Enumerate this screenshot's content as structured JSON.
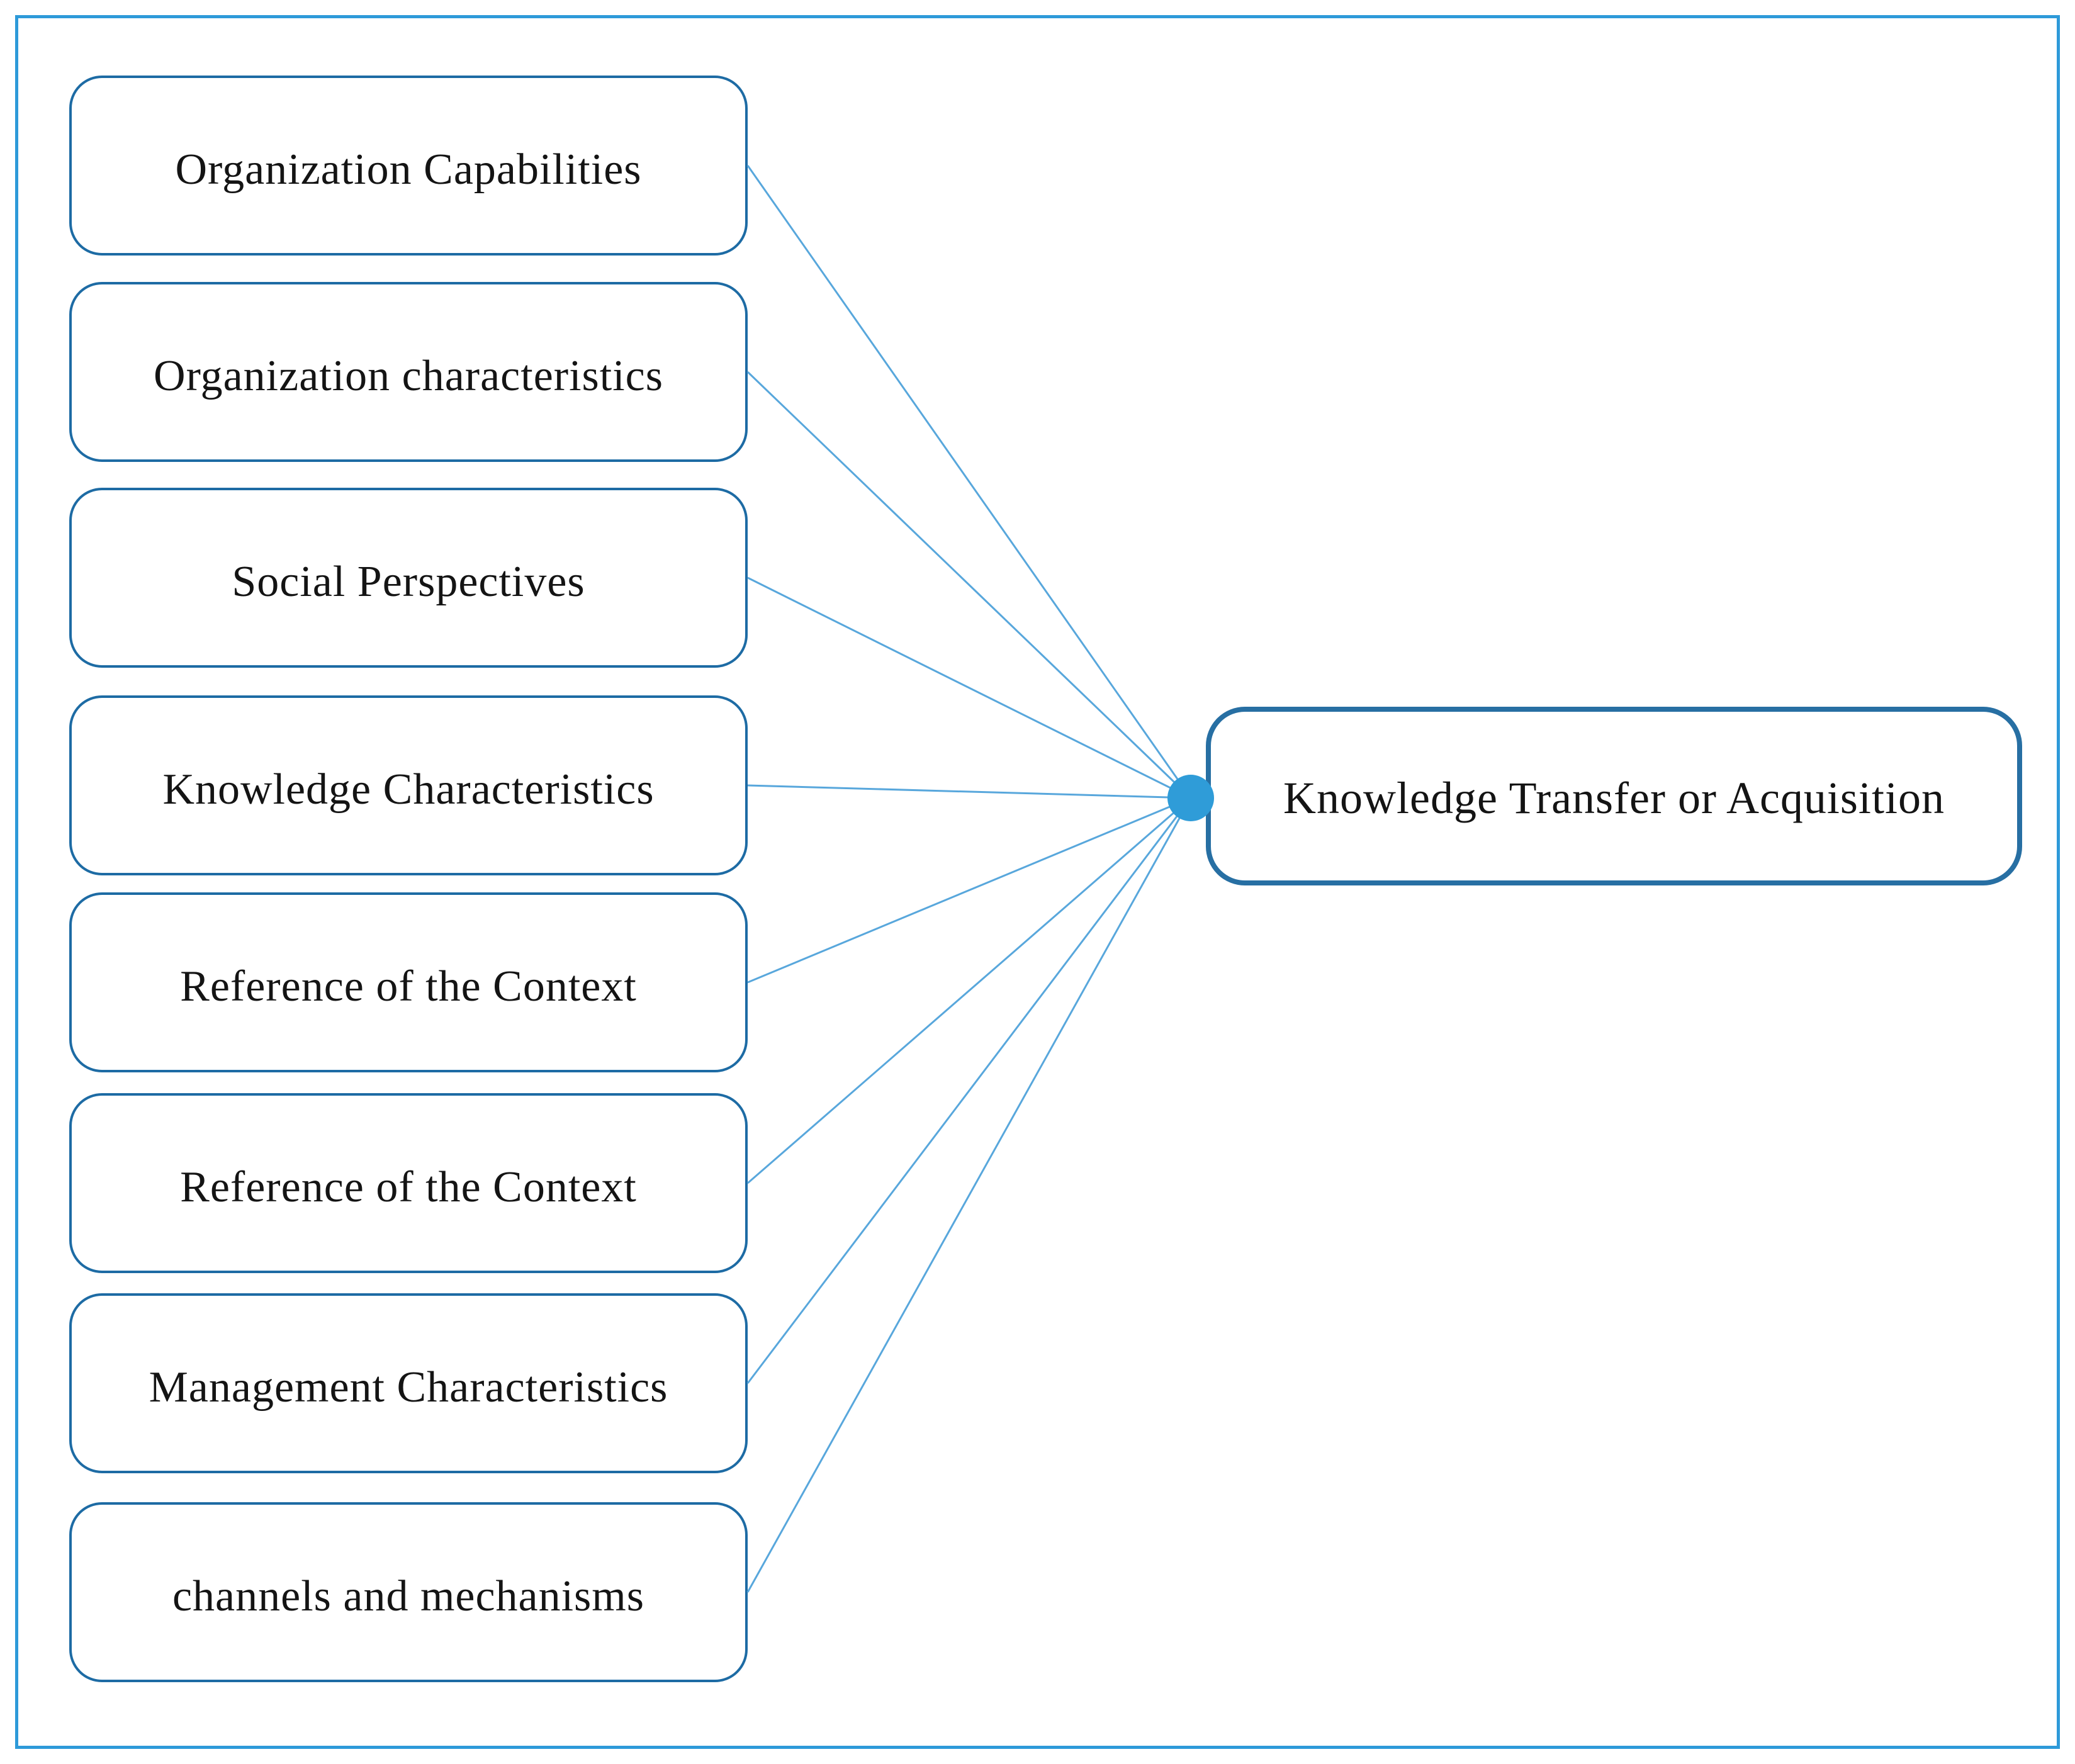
{
  "figure": {
    "left_boxes": [
      {
        "label": "Organization Capabilities"
      },
      {
        "label": "Organization characteristics"
      },
      {
        "label": "Social Perspectives"
      },
      {
        "label": "Knowledge Characteristics"
      },
      {
        "label": "Reference of the Context"
      },
      {
        "label": "Reference of the Context"
      },
      {
        "label": "Management Characteristics"
      },
      {
        "label": "channels and mechanisms"
      }
    ],
    "target_box": {
      "label": "Knowledge Transfer or Acquisition"
    },
    "colors": {
      "frame": "#2E9AD9",
      "node_border": "#1D6BA4",
      "target_border": "#276FA3",
      "connector": "#58A7DC",
      "hub": "#2F9CD8",
      "text": "#141414",
      "background": "#FFFFFF"
    }
  }
}
